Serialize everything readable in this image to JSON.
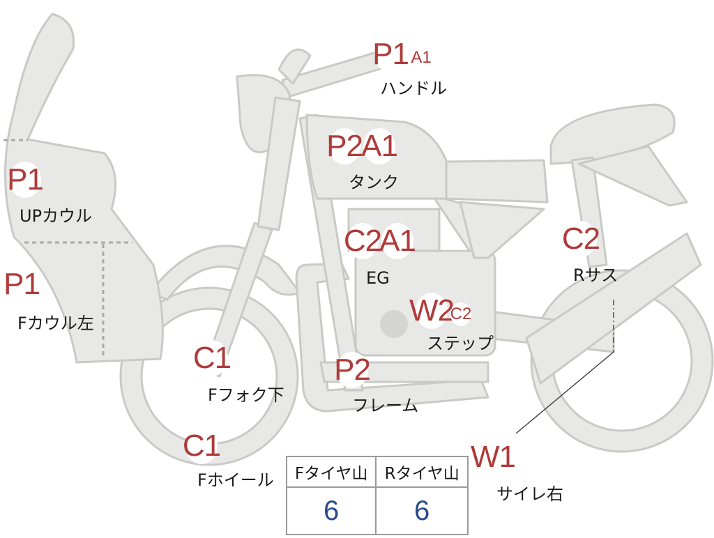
{
  "parts": {
    "handle": {
      "label": "ハンドル",
      "codes": [
        "P1",
        "A1"
      ]
    },
    "tank": {
      "label": "タンク",
      "codes": [
        "P2",
        "A1"
      ]
    },
    "up_cowl": {
      "label": "UPカウル",
      "codes": [
        "P1"
      ]
    },
    "f_cowl_left": {
      "label": "Fカウル左",
      "codes": [
        "P1"
      ]
    },
    "engine": {
      "label": "EG",
      "codes": [
        "C2",
        "A1"
      ]
    },
    "rear_suspension": {
      "label": "Rサス",
      "codes": [
        "C2"
      ]
    },
    "step": {
      "label": "ステップ",
      "codes": [
        "W2",
        "C2"
      ]
    },
    "frame": {
      "label": "フレーム",
      "codes": [
        "P2"
      ]
    },
    "front_fork_lower": {
      "label": "Fフォク下",
      "codes": [
        "C1"
      ]
    },
    "front_wheel": {
      "label": "Fホイール",
      "codes": [
        "C1"
      ]
    },
    "silencer_right": {
      "label": "サイレ右",
      "codes": [
        "W1"
      ]
    }
  },
  "tire_table": {
    "headers": [
      "Fタイヤ山",
      "Rタイヤ山"
    ],
    "values": [
      "6",
      "6"
    ]
  },
  "colors": {
    "body_fill": "#e8e8e6",
    "body_stroke": "#c9c9c7",
    "code_text": "#b03a3a",
    "value_text": "#2a4a8c"
  }
}
